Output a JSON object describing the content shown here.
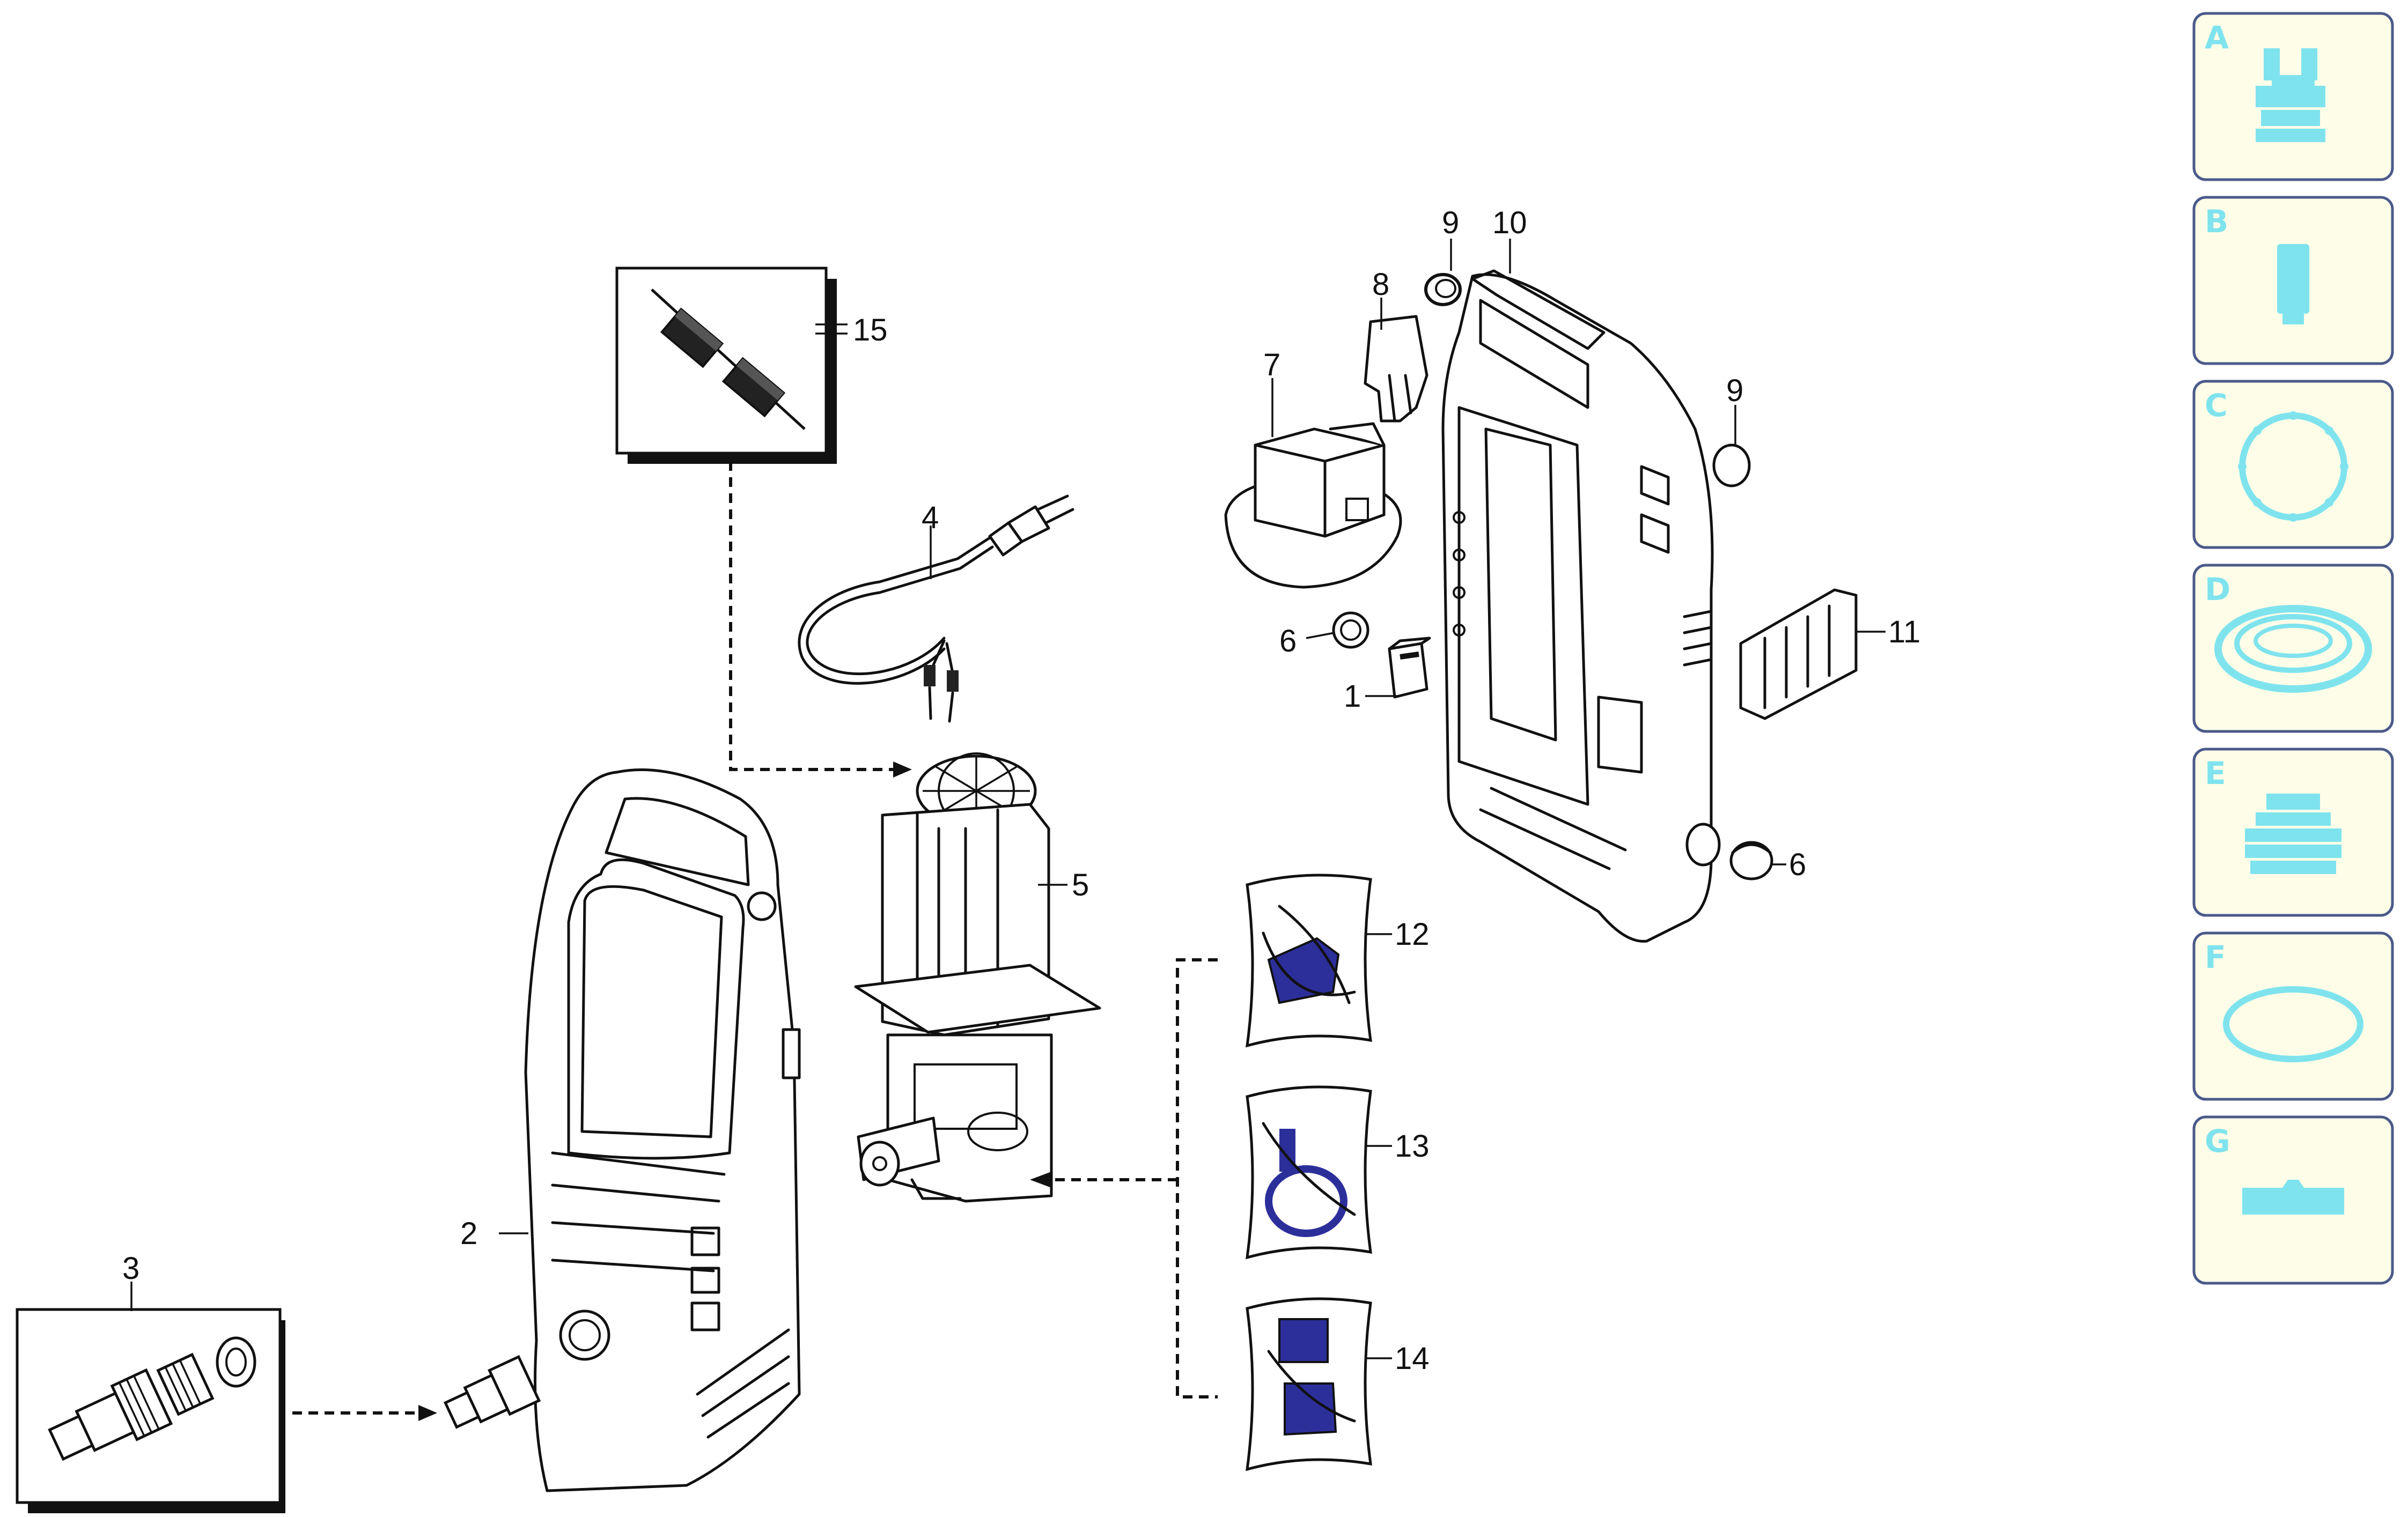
{
  "callouts": {
    "c1": "1",
    "c2": "2",
    "c3": "3",
    "c4": "4",
    "c5": "5",
    "c6a": "6",
    "c6b": "6",
    "c7": "7",
    "c8": "8",
    "c9a": "9",
    "c9b": "9",
    "c10": "10",
    "c11": "11",
    "c12": "12",
    "c13": "13",
    "c14": "14",
    "c15": "15"
  },
  "legend": [
    {
      "letter": "A",
      "icon": "nozzle-icon"
    },
    {
      "letter": "B",
      "icon": "filter-cylinder-icon"
    },
    {
      "letter": "C",
      "icon": "o-ring-icon"
    },
    {
      "letter": "D",
      "icon": "seal-ring-icon"
    },
    {
      "letter": "E",
      "icon": "bellows-icon"
    },
    {
      "letter": "F",
      "icon": "gasket-icon"
    },
    {
      "letter": "G",
      "icon": "plate-icon"
    }
  ],
  "colors": {
    "line": "#111111",
    "legend_fill": "#fdfde8",
    "legend_border": "#4b5a8a",
    "legend_accent": "#7fe3ee",
    "kit_blue": "#2c2f9a"
  }
}
